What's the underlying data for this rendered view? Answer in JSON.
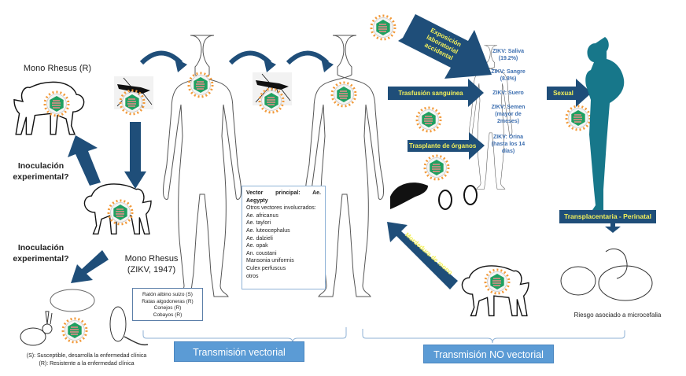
{
  "colors": {
    "arrow_navy": "#1f4e79",
    "arrow_label_yellow": "#f3f05a",
    "pregnant_teal": "#17778a",
    "zikv_blue": "#3d6fb0",
    "transmission_box_blue": "#5b9bd5",
    "virus_green": "#1fa060",
    "virus_spike_orange": "#f29a3a"
  },
  "left_panel": {
    "mono_rhesus_r": "Mono Rhesus (R)",
    "inoculation_1": [
      "Inoculación",
      "experimental?"
    ],
    "inoculation_2": [
      "Inoculación",
      "experimental?"
    ],
    "mono_rhesus_1947": [
      "Mono Rhesus",
      "(ZIKV, 1947)"
    ]
  },
  "species_box": {
    "lines": [
      "Ratón albino suizo (S)",
      "Ratas algodoneras (R)",
      "Conejos (R)",
      "Cobayos (R)"
    ]
  },
  "legend": {
    "lines": [
      "(S): Susceptible, desarrolla la enfermedad clínica",
      "(R): Resistente a la enfermedad clínica"
    ]
  },
  "vector_box": {
    "title": "Vector principal: Ae. Aegypty",
    "subtitle": "Otros vectores involucrados:",
    "species": [
      "Ae. africanus",
      "Ae. taylori",
      "Ae. luteocephalus",
      "Ae. dalzieli",
      "Ae. opak",
      "An. coustani",
      "Mansonia uniformis",
      "Culex perfuscus",
      "otros"
    ]
  },
  "non_vector_routes": {
    "lab_exposure": [
      "Exposición",
      "laboratorial",
      "accidental"
    ],
    "blood_transfusion": "Trasfusión sanguínea",
    "organ_transplant": "Trasplante de órganos",
    "monkey_bite": "Mordedura de mono",
    "sexual": "Sexual",
    "transplacental": "Transplacentaria - Perinatal"
  },
  "zikv_fluids": [
    {
      "label": "ZIKV: Saliva",
      "detail": "(19.2%)"
    },
    {
      "label": "ZIKV: Sangre",
      "detail": "(8.8%)"
    },
    {
      "label": "ZIKV: Suero",
      "detail": ""
    },
    {
      "label": "ZIKV: Semen",
      "detail": "(mayor de 2meses)"
    },
    {
      "label": "ZIKV: Orina",
      "detail": "(hasta los 14 días)"
    }
  ],
  "baby_caption": "Riesgo asociado a microcefalia",
  "transmission": {
    "vectorial": "Transmisión vectorial",
    "non_vectorial": "Transmisión NO vectorial"
  }
}
